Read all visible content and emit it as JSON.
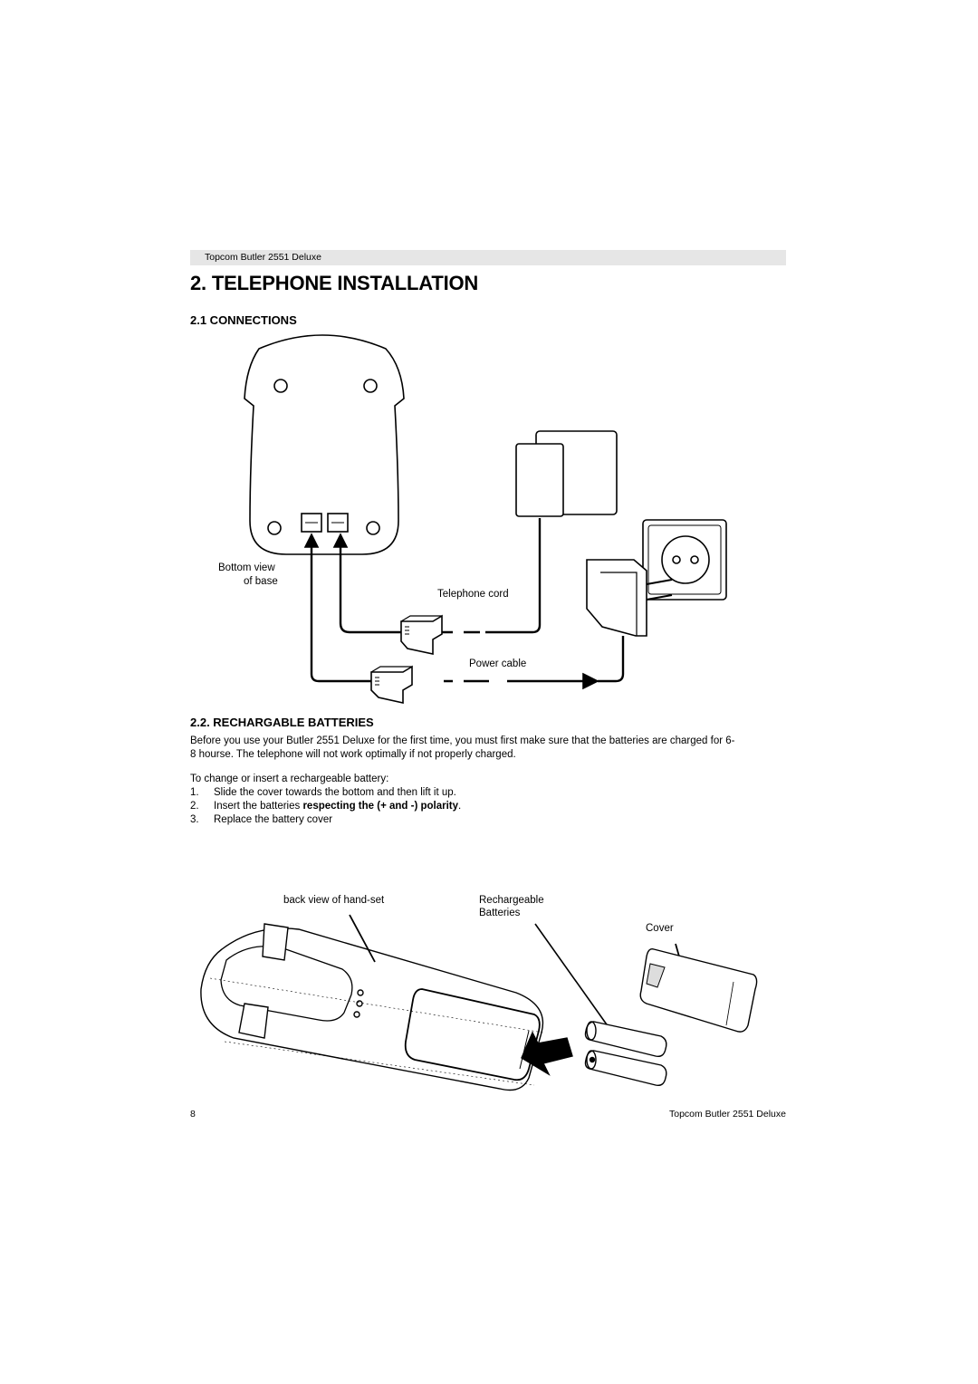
{
  "header": {
    "running_title": "Topcom Butler 2551 Deluxe"
  },
  "chapter": {
    "title": "2. TELEPHONE INSTALLATION"
  },
  "connections": {
    "heading": "2.1 CONNECTIONS",
    "labels": {
      "bottom_view_line1": "Bottom view",
      "bottom_view_line2": "of base",
      "telephone_cord": "Telephone cord",
      "power_cable": "Power cable"
    }
  },
  "batteries": {
    "heading": "2.2. RECHARGABLE BATTERIES",
    "intro_line1": "Before you use your Butler 2551 Deluxe for the first time, you must first make sure that the batteries are charged for 6-",
    "intro_line2": "8 hourse. The telephone will not work optimally if not properly charged.",
    "change_intro": "To change or insert a rechargeable battery:",
    "steps": [
      {
        "num": "1.",
        "text": "Slide the cover towards the bottom and then lift it up."
      },
      {
        "num": "2.",
        "text_plain": "Insert the batteries ",
        "text_bold": "respecting the (+ and -) polarity",
        "text_end": "."
      },
      {
        "num": "3.",
        "text": "Replace the battery cover"
      }
    ],
    "labels": {
      "back_view": "back view of hand-set",
      "rechargeable_line1": "Rechargeable",
      "rechargeable_line2": "Batteries",
      "cover": "Cover"
    }
  },
  "footer": {
    "page_number": "8",
    "running_title": "Topcom Butler 2551 Deluxe"
  }
}
